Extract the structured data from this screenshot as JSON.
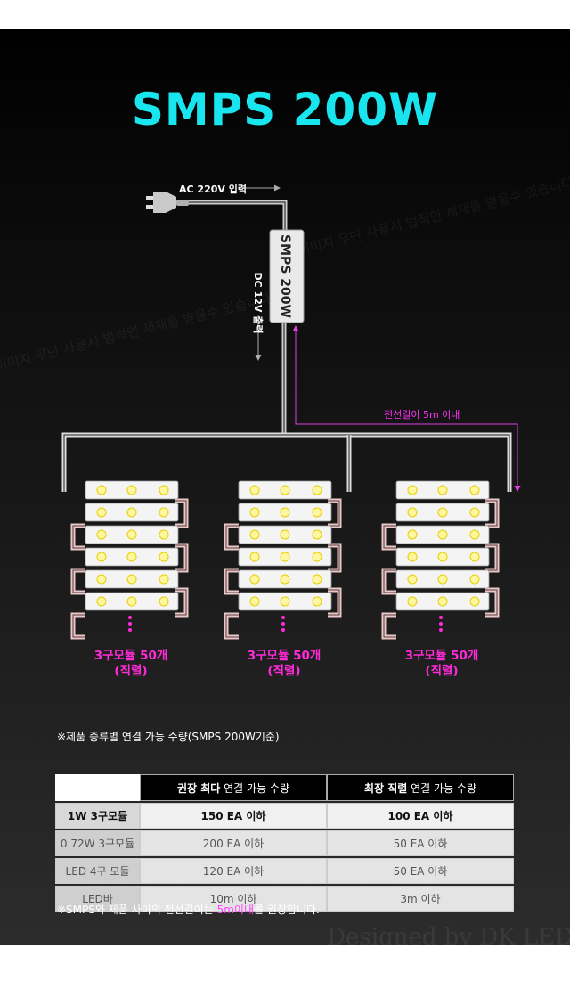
{
  "title": "SMPS 200W",
  "diagram": {
    "input_label": "AC 220V 입력",
    "output_label": "DC 12V 출력",
    "smps_label": "SMPS 200W",
    "wire_label": "전선길이 5m 이내",
    "watermark": "이미지 무단 사용시 법적인 제재를 받을수 있습니다",
    "groups": [
      {
        "label": "3구모듈 50개",
        "sub": "(직렬)"
      },
      {
        "label": "3구모듈 50개",
        "sub": "(직렬)"
      },
      {
        "label": "3구모듈 50개",
        "sub": "(직렬)"
      }
    ]
  },
  "table": {
    "caption": "※제품 종류별 연결 가능 수량(SMPS 200W기준)",
    "headers": {
      "h1_strong": "권장 최다",
      "h1_rest": " 연결 가능 수량",
      "h2_strong": "최장 직렬",
      "h2_rest": " 연결 가능 수량"
    },
    "rows": [
      [
        "1W 3구모듈",
        "150 EA 이하",
        "100 EA 이하"
      ],
      [
        "0.72W 3구모듈",
        "200 EA 이하",
        "50 EA 이하"
      ],
      [
        "LED 4구 모듈",
        "120 EA 이하",
        "50 EA 이하"
      ],
      [
        "LED바",
        "10m 이하",
        "3m 이하"
      ]
    ]
  },
  "footer": {
    "pre": "※SMPS와 제품 사이의 전선길이는 ",
    "hl": "5m이내",
    "post": "를 권장합니다."
  },
  "signature": "Designed by DK LED",
  "colors": {
    "title": "#19e5ee",
    "accent": "#ff2ad8",
    "wire": "#e040e0"
  }
}
